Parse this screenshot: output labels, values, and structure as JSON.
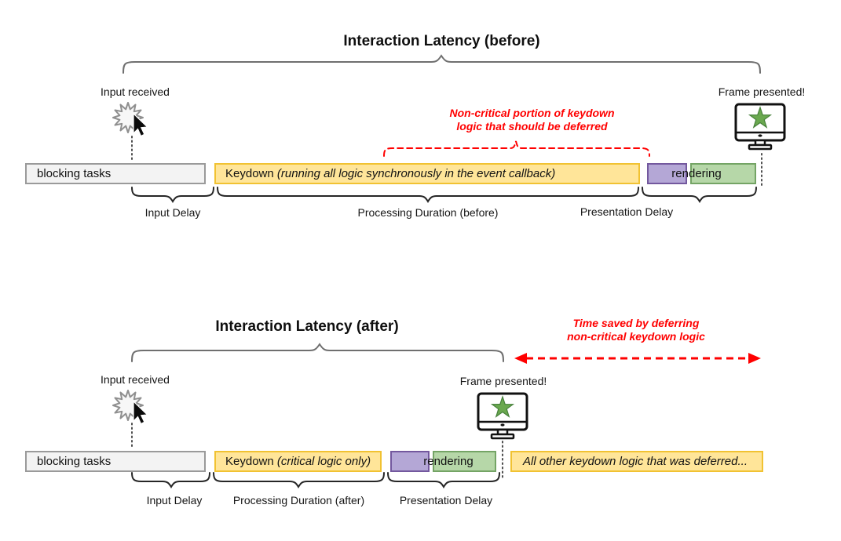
{
  "colors": {
    "bar_gray_fill": "#F3F3F3",
    "bar_gray_border": "#9A9A9A",
    "bar_yellow_fill": "#FFE599",
    "bar_yellow_border": "#F1C232",
    "bar_purple_fill": "#B4A7D6",
    "bar_purple_border": "#73589E",
    "bar_green_fill": "#B6D7A8",
    "bar_green_border": "#74A465",
    "annotation_red": "#FF0000",
    "star_green": "#6AA84F"
  },
  "before": {
    "title": "Interaction Latency (before)",
    "input_received": "Input received",
    "frame_presented": "Frame presented!",
    "deferral_note_line1": "Non-critical portion of keydown",
    "deferral_note_line2": "logic that should be deferred",
    "blocking_bar": "blocking tasks",
    "keydown_bar_normal": "Keydown ",
    "keydown_bar_italic": "(running all logic synchronously in the event callback)",
    "rendering_label": "rendering",
    "input_delay": "Input Delay",
    "processing_duration": "Processing Duration (before)",
    "presentation_delay": "Presentation Delay"
  },
  "after": {
    "title": "Interaction Latency (after)",
    "input_received": "Input received",
    "frame_presented": "Frame presented!",
    "time_saved_line1": "Time saved by deferring",
    "time_saved_line2": "non-critical keydown logic",
    "blocking_bar": "blocking tasks",
    "keydown_bar_normal": "Keydown ",
    "keydown_bar_italic": "(critical logic only)",
    "rendering_label": "rendering",
    "deferred_bar": "All other keydown logic that was deferred...",
    "input_delay": "Input Delay",
    "processing_duration": "Processing Duration (after)",
    "presentation_delay": "Presentation Delay"
  }
}
